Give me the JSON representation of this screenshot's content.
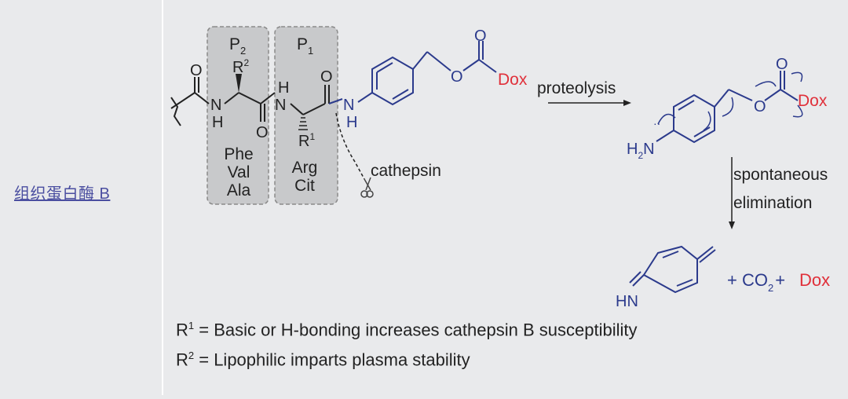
{
  "table_row": {
    "label": "组织蛋白酶 B"
  },
  "scheme": {
    "p2_label": "P",
    "p2_sub": "2",
    "p1_label": "P",
    "p1_sub": "1",
    "p2_residues": [
      "Phe",
      "Val",
      "Ala"
    ],
    "p1_residues": [
      "Arg",
      "Cit"
    ],
    "r2_label": "R",
    "r2_sup": "2",
    "r1_label": "R",
    "r1_sup": "1",
    "atom_O": "O",
    "atom_N": "N",
    "atom_H": "H",
    "dox": "Dox",
    "enzyme": "cathepsin",
    "step1": "proteolysis",
    "step2_line1": "spontaneous",
    "step2_line2": "elimination",
    "amine": "H",
    "amine_sub": "2",
    "amine_N": "N",
    "imine": "HN",
    "plus1": "+ CO",
    "co2_sub": "2",
    "plus2": "+",
    "colors": {
      "blue": "#2b3a8c",
      "red": "#e0303a",
      "black": "#222222",
      "box_fill": "#c8c9cb",
      "box_stroke": "#8a8a8a"
    }
  },
  "footnotes": [
    {
      "sym": "R",
      "sup": "1",
      "text": " = Basic or H-bonding increases cathepsin B susceptibility"
    },
    {
      "sym": "R",
      "sup": "2",
      "text": " = Lipophilic imparts plasma stability"
    }
  ]
}
